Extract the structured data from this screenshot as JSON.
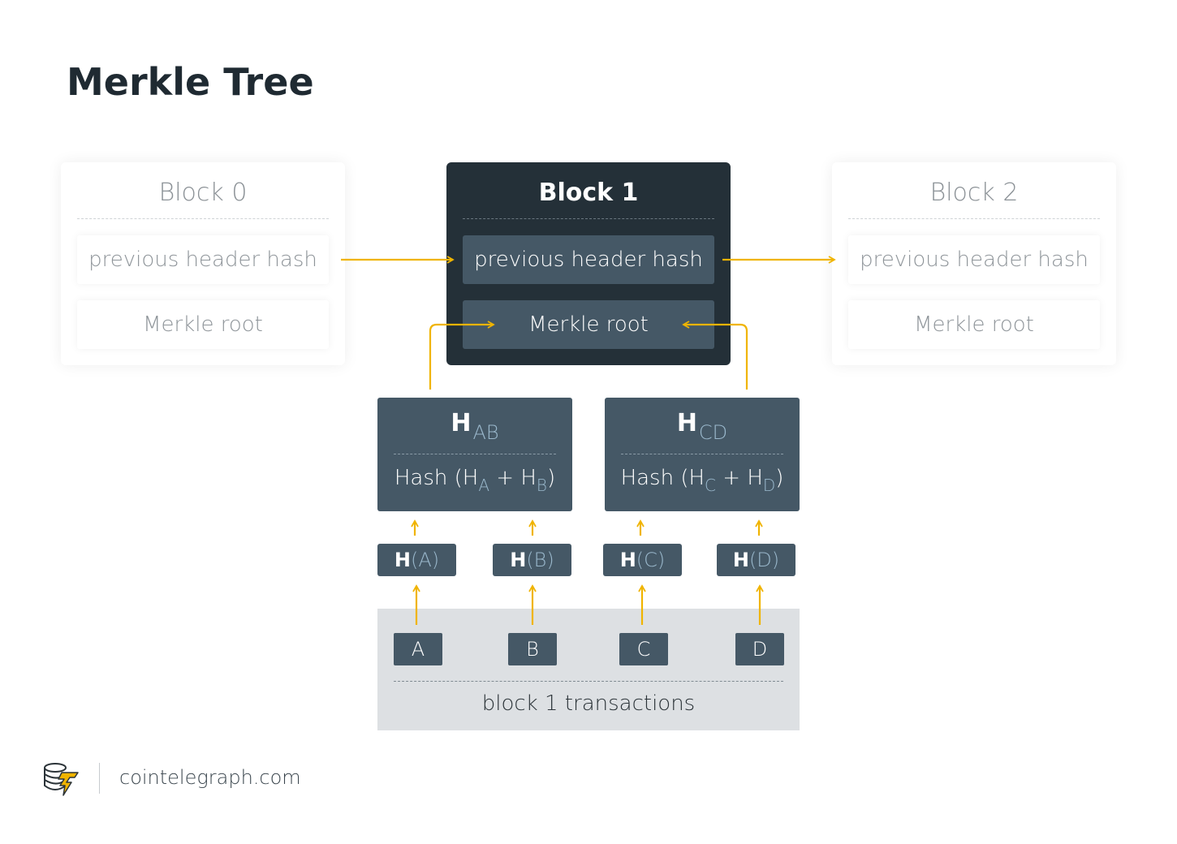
{
  "title": "Merkle Tree",
  "colors": {
    "accent": "#f0b400",
    "dark_block": "#243038",
    "node": "#455866",
    "panel": "#dde0e3"
  },
  "blocks": [
    {
      "name": "Block 0",
      "field1": "previous header hash",
      "field2": "Merkle root"
    },
    {
      "name": "Block 1",
      "field1": "previous header hash",
      "field2": "Merkle root"
    },
    {
      "name": "Block 2",
      "field1": "previous header hash",
      "field2": "Merkle root"
    }
  ],
  "hash_nodes": [
    {
      "symbol": "H",
      "sub": "AB",
      "formula_prefix": "Hash (H",
      "a_sub": "A",
      "plus": " + H",
      "b_sub": "B",
      "suffix": ")"
    },
    {
      "symbol": "H",
      "sub": "CD",
      "formula_prefix": "Hash (H",
      "a_sub": "C",
      "plus": " + H",
      "b_sub": "D",
      "suffix": ")"
    }
  ],
  "leaf_hashes": [
    {
      "h": "H",
      "arg": "(A)"
    },
    {
      "h": "H",
      "arg": "(B)"
    },
    {
      "h": "H",
      "arg": "(C)"
    },
    {
      "h": "H",
      "arg": "(D)"
    }
  ],
  "transactions": [
    "A",
    "B",
    "C",
    "D"
  ],
  "transactions_label": "block 1 transactions",
  "footer": {
    "site": "cointelegraph.com",
    "logo_icon": "cointelegraph-logo-icon"
  }
}
